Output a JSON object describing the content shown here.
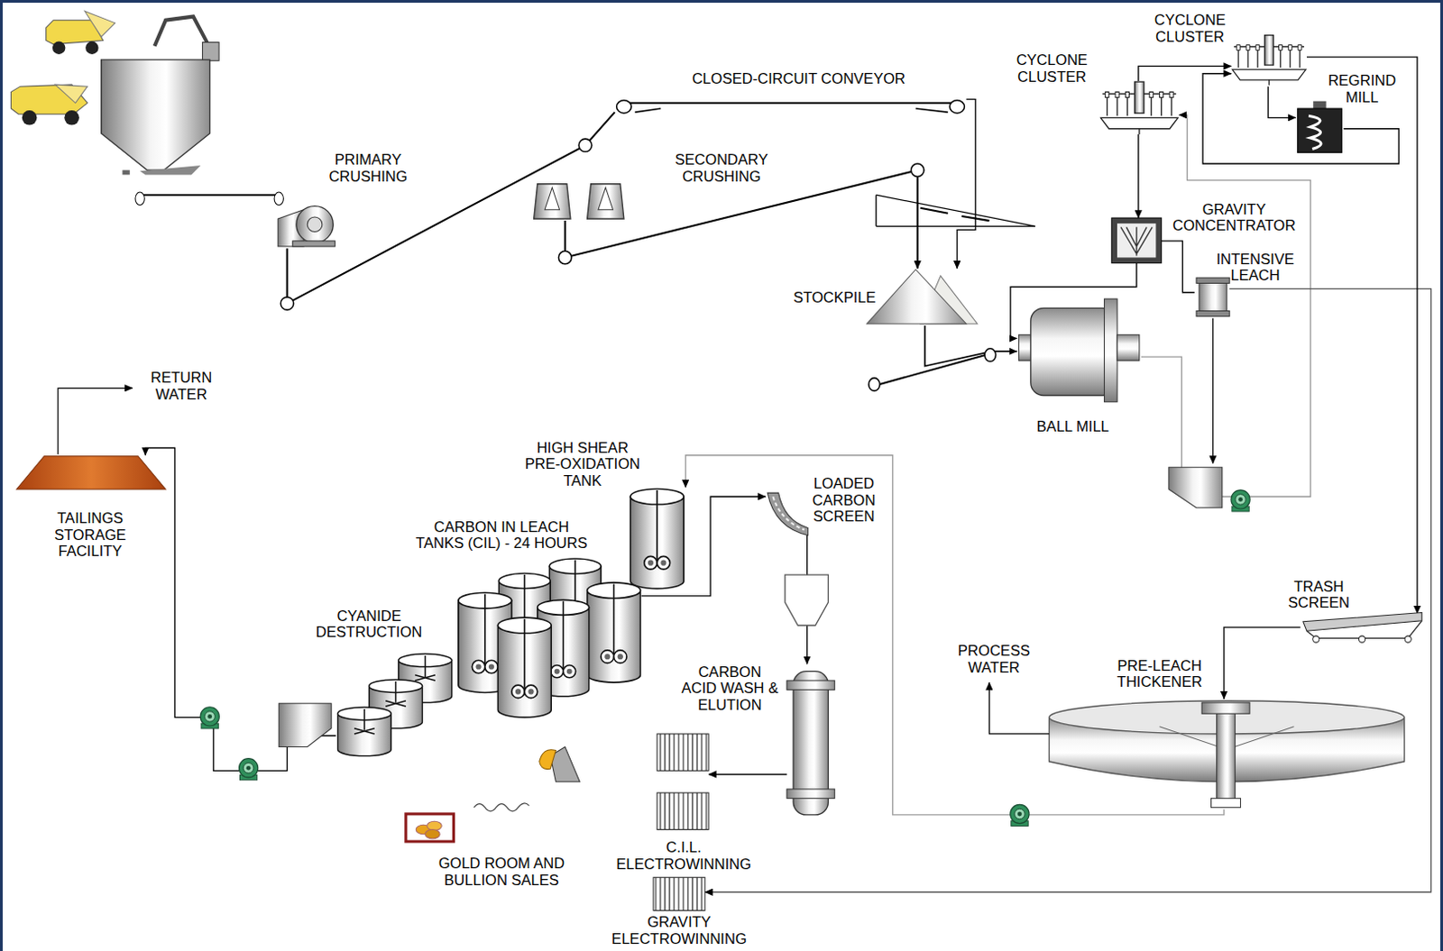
{
  "diagram": {
    "nodes": [
      {
        "text": [
          "PRIMARY CRUSHING"
        ]
      },
      {
        "text": [
          "SECONDARY CRUSHING"
        ]
      },
      {
        "text": [
          "CLOSED-CIRCUIT CONVEYOR"
        ]
      },
      {
        "text": [
          "CYCLONE CLUSTER"
        ]
      },
      {
        "text": [
          "CYCLONE CLUSTER"
        ]
      },
      {
        "text": [
          "REGRIND MILL"
        ]
      },
      {
        "text": [
          "GRAVITY CONCENTRATOR"
        ]
      },
      {
        "text": [
          "INTENSIVE LEACH"
        ]
      },
      {
        "text": [
          "STOCKPILE"
        ]
      },
      {
        "text": [
          "BALL MILL"
        ]
      },
      {
        "text": [
          "TAILINGS STORAGE FACILITY"
        ]
      },
      {
        "text": [
          "HIGH SHEAR PRE-OXIDATION TANK"
        ]
      },
      {
        "text": [
          "LOADED CARBON SCREEN"
        ]
      },
      {
        "text": [
          "CARBON IN LEACH TANKS (CIL) - 24 HOURS"
        ]
      },
      {
        "text": [
          "CYANIDE DESTRUCTION"
        ]
      },
      {
        "text": [
          "TRASH SCREEN"
        ]
      },
      {
        "text": [
          "PRE-LEACH THICKENER"
        ]
      },
      {
        "text": [
          "CARBON ACID WASH & ELUTION"
        ]
      },
      {
        "text": [
          "C.I.L. ELECTROWINNING"
        ]
      },
      {
        "text": [
          "GOLD ROOM AND BULLION SALES"
        ]
      },
      {
        "text": [
          "GRAVITY ELECTROWINNING"
        ]
      }
    ],
    "edges": [
      {
        "from": 0,
        "to": 2,
        "arrow": "none"
      },
      {
        "from": 1,
        "to": 8,
        "arrow": "to"
      },
      {
        "from": 2,
        "to": 8,
        "arrow": "to"
      },
      {
        "from": 8,
        "to": 9,
        "arrow": "to"
      },
      {
        "from": 9,
        "to": 4,
        "arrow": "to"
      },
      {
        "from": 4,
        "to": 6,
        "arrow": "to"
      },
      {
        "from": 6,
        "to": 9,
        "arrow": "to"
      },
      {
        "from": 6,
        "to": 7,
        "arrow": "none"
      },
      {
        "from": 7,
        "to": 20,
        "arrow": "to"
      },
      {
        "from": 4,
        "to": 3,
        "arrow": "to"
      },
      {
        "from": 3,
        "to": 5,
        "arrow": "to"
      },
      {
        "from": 5,
        "to": 3,
        "arrow": "to"
      },
      {
        "from": 3,
        "to": 15,
        "arrow": "to"
      },
      {
        "from": 15,
        "to": 16,
        "arrow": "to"
      },
      {
        "from": 16,
        "to": 11,
        "arrow": "to"
      },
      {
        "from": 13,
        "to": 12,
        "arrow": "to"
      },
      {
        "from": 12,
        "to": 17,
        "arrow": "to"
      },
      {
        "from": 17,
        "to": 18,
        "arrow": "to"
      },
      {
        "from": 14,
        "to": 10,
        "arrow": "to"
      }
    ],
    "labels": [
      "RETURN WATER",
      "PROCESS WATER"
    ]
  }
}
